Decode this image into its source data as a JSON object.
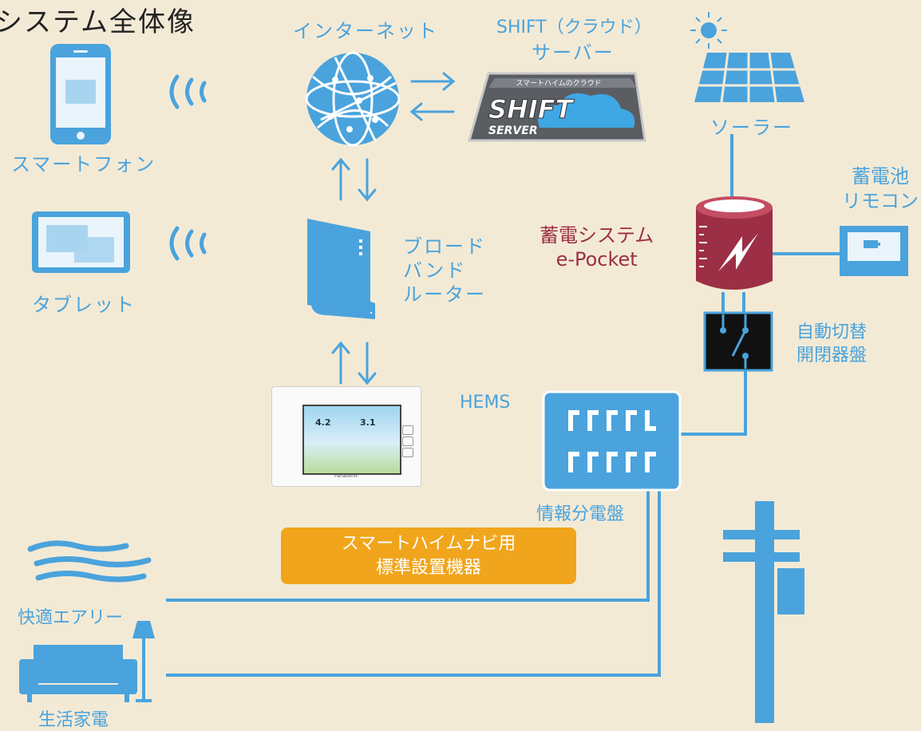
{
  "title": "システム全体像",
  "internet": "インターネット",
  "server": {
    "line1": "SHIFT（クラウド）",
    "line2": "サーバー",
    "logo_top": "スマートハイムのクラウド",
    "logo_main": "SHIFT",
    "logo_sub": "SERVER"
  },
  "solar": "ソーラー",
  "smartphone": "スマートフォン",
  "tablet": "タブレット",
  "router": {
    "line1": "ブロード",
    "line2": "バンド",
    "line3": "ルーター"
  },
  "storage": {
    "line1": "蓄電システム",
    "line2": "e-Pocket"
  },
  "remote": {
    "line1": "蓄電池",
    "line2": "リモコン"
  },
  "switch": {
    "line1": "自動切替",
    "line2": "開閉器盤"
  },
  "hems": {
    "label": "HEMS",
    "value1": "4.2",
    "value2": "3.1",
    "brand": "Panasonic"
  },
  "panel": "情報分電盤",
  "badge": {
    "line1": "スマートハイムナビ用",
    "line2": "標準設置機器"
  },
  "aircon": "快適エアリー",
  "appliance": "生活家電",
  "colors": {
    "accent": "#4aa3dc",
    "storage": "#9c2f45",
    "badge": "#f0a51c",
    "background": "#f3ead6"
  }
}
